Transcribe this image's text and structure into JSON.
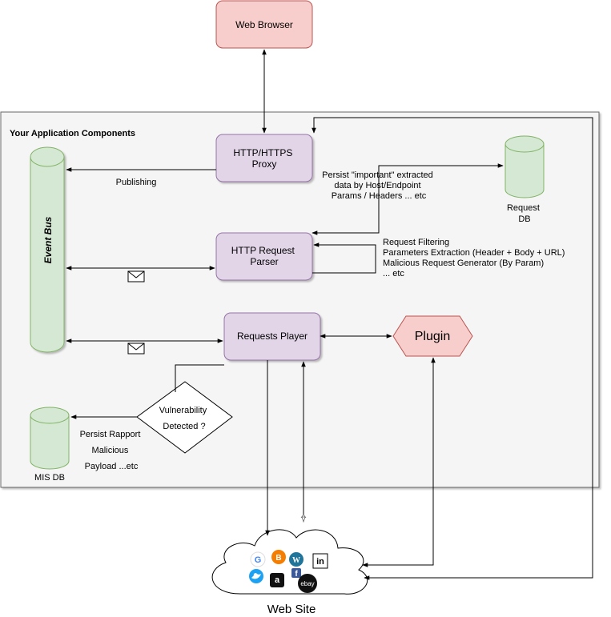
{
  "nodes": {
    "web_browser": "Web Browser",
    "app_container": "Your Application Components",
    "proxy": [
      "HTTP/HTTPS",
      "Proxy"
    ],
    "event_bus": "Event Bus",
    "parser": [
      "HTTP Request",
      "Parser"
    ],
    "requests_player": "Requests Player",
    "plugin": "Plugin",
    "request_db": [
      "Request",
      "DB"
    ],
    "vulnerability": [
      "Vulnerability",
      "Detected ?"
    ],
    "mis_db": "MIS DB",
    "website": "Web Site"
  },
  "labels": {
    "publishing": "Publishing",
    "persist_request": [
      "Persist \"important\" extracted",
      "data by Host/Endpoint",
      "Params / Headers ... etc"
    ],
    "parser_notes": [
      "Request Filtering",
      "Parameters Extraction (Header + Body + URL)",
      "Malicious Request Generator (By Param)",
      " ... etc"
    ],
    "persist_rapport": [
      "Persist Rapport",
      "Malicious",
      "Payload ...etc"
    ]
  },
  "website_icons": [
    "google-icon",
    "blogger-icon",
    "wordpress-icon",
    "linkedin-icon",
    "twitter-icon",
    "amazon-icon",
    "facebook-icon",
    "ebay-icon"
  ],
  "icon_glyphs": {
    "linkedin": "in",
    "amazon": "a",
    "facebook": "f",
    "ebay": "ebay",
    "google": "G",
    "blogger": "B",
    "wordpress": "W"
  },
  "colors": {
    "browser_fill": "#f8cecc",
    "browser_stroke": "#b85450",
    "component_fill": "#e1d5e7",
    "component_stroke": "#9673a6",
    "db_fill": "#d5e8d4",
    "db_stroke": "#82b366",
    "container_fill": "#f5f5f5",
    "container_stroke": "#666666"
  }
}
